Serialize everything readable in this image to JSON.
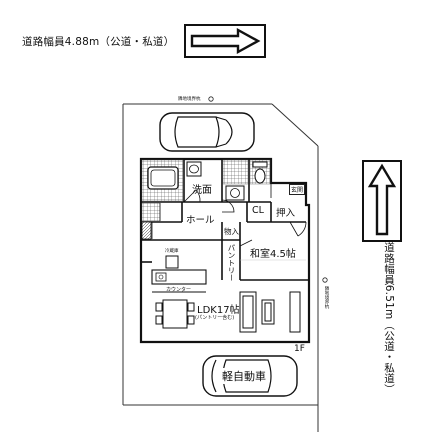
{
  "road_top": {
    "label": "道路幅員4.88m（公道・私道）",
    "direction": "right"
  },
  "road_right": {
    "label": "道路幅員6.51m（公道・私道）",
    "direction": "up"
  },
  "markers": {
    "top_boundary": "隣地境界杭",
    "right_boundary": "隣地境界杭"
  },
  "rooms": {
    "bath": "",
    "washroom": "洗面",
    "toilet": "",
    "entrance": "玄関",
    "hall": "ホール",
    "closet": "CL",
    "oshiire": "押入",
    "storage": "物入",
    "pantry": "パントリー",
    "japanese_room": "和室4.5帖",
    "ldk": "LDK17帖",
    "ldk_note": "(パントリー含む)",
    "fridge": "冷蔵庫",
    "counter": "カウンター",
    "floor": "1F"
  },
  "parking": {
    "top_car": "",
    "bottom_car": "軽自動車"
  },
  "colors": {
    "line": "#222222",
    "background": "#ffffff",
    "tile_dark": "#444444"
  }
}
